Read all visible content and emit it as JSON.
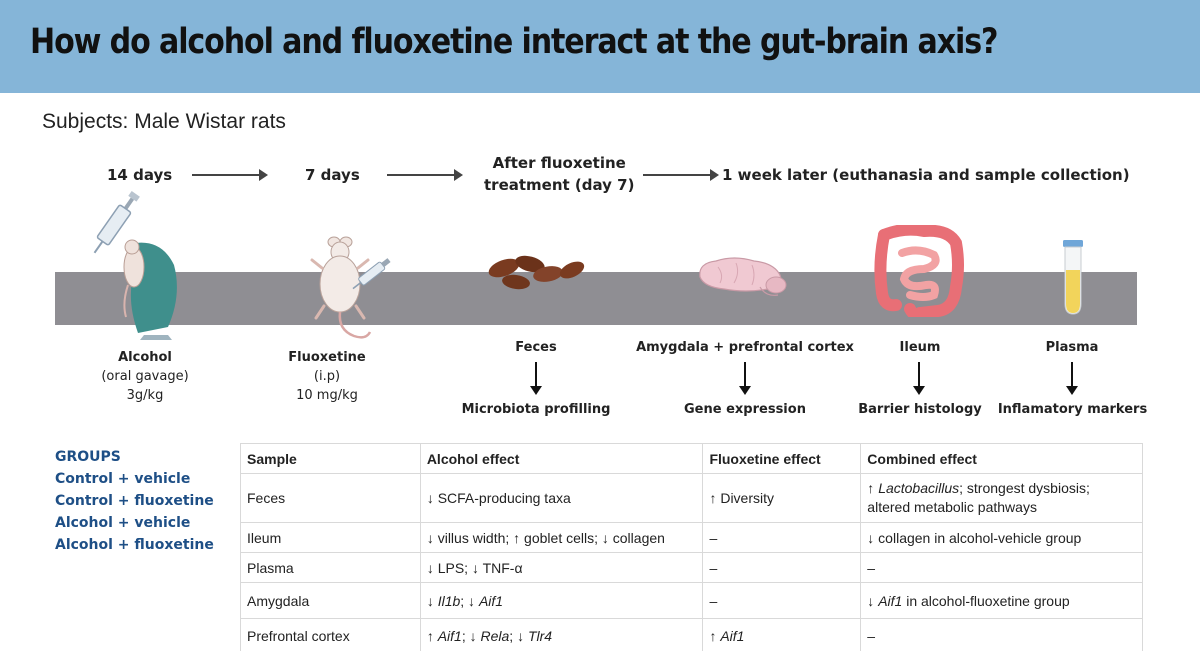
{
  "title": "How do alcohol and fluoxetine interact at the gut-brain axis?",
  "subjects": "Subjects: Male Wistar rats",
  "timeline": {
    "step1": "14 days",
    "step2": "7 days",
    "step3_line1": "After fluoxetine",
    "step3_line2": "treatment (day 7)",
    "step4": "1 week later (euthanasia and sample collection)"
  },
  "treatments": {
    "alcohol": {
      "name": "Alcohol",
      "route": "(oral gavage)",
      "dose": "3g/kg"
    },
    "fluoxetine": {
      "name": "Fluoxetine",
      "route": "(i.p)",
      "dose": "10 mg/kg"
    }
  },
  "samples": [
    {
      "name": "Feces",
      "analysis": "Microbiota profilling"
    },
    {
      "name": "Amygdala + prefrontal cortex",
      "analysis": "Gene expression"
    },
    {
      "name": "Ileum",
      "analysis": "Barrier histology"
    },
    {
      "name": "Plasma",
      "analysis": "Inflamatory markers"
    }
  ],
  "groups": {
    "heading": "GROUPS",
    "items": [
      "Control + vehicle",
      "Control + fluoxetine",
      "Alcohol + vehicle",
      "Alcohol + fluoxetine"
    ]
  },
  "table": {
    "headers": [
      "Sample",
      "Alcohol effect",
      "Fluoxetine effect",
      "Combined effect"
    ],
    "rows": [
      {
        "sample": "Feces",
        "alcohol": "↓ SCFA-producing taxa",
        "fluoxetine": "↑ Diversity",
        "combined_arrow": "↑ ",
        "combined_italic": "Lactobacillus",
        "combined_rest": "; strongest dysbiosis;",
        "combined_line2": "altered metabolic pathways"
      },
      {
        "sample": "Ileum",
        "alcohol": "↓ villus width; ↑ goblet cells; ↓ collagen",
        "fluoxetine": "–",
        "combined": "↓ collagen in alcohol-vehicle group"
      },
      {
        "sample": "Plasma",
        "alcohol": "↓ LPS; ↓ TNF-α",
        "fluoxetine": "–",
        "combined": "–"
      },
      {
        "sample": "Amygdala",
        "alcohol_a1": "↓ ",
        "alcohol_g1": "Il1b",
        "alcohol_a2": "; ↓ ",
        "alcohol_g2": "Aif1",
        "fluoxetine": "–",
        "combined_a1": "↓ ",
        "combined_g1": "Aif1",
        "combined_rest": " in alcohol-fluoxetine group"
      },
      {
        "sample": "Prefrontal cortex",
        "alcohol_a1": "↑ ",
        "alcohol_g1": "Aif1",
        "alcohol_a2": "; ↓ ",
        "alcohol_g2": "Rela",
        "alcohol_a3": "; ↓ ",
        "alcohol_g3": "Tlr4",
        "fluoxetine_a1": "↑ ",
        "fluoxetine_g1": "Aif1",
        "combined": "–"
      }
    ]
  },
  "colors": {
    "header": "#85b5d8",
    "bar": "#8f8e93",
    "groups": "#1e4f86"
  },
  "icons": [
    "syringe-rat-icon",
    "rat-injection-icon",
    "feces-icon",
    "brain-icon",
    "intestine-icon",
    "test-tube-icon"
  ]
}
